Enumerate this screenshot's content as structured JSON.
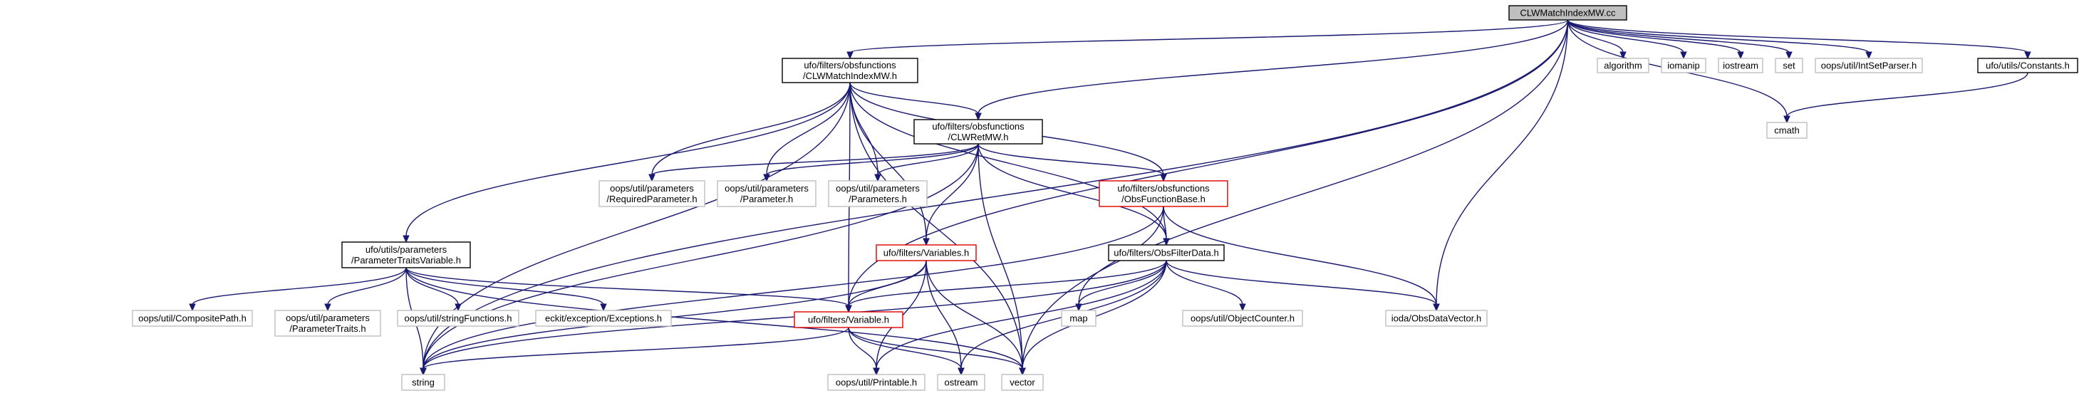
{
  "graph": {
    "nodes": [
      {
        "id": "n_root",
        "kind": "root",
        "lines": [
          "CLWMatchIndexMW.cc"
        ]
      },
      {
        "id": "n_clwmatch_h",
        "kind": "doc",
        "lines": [
          "ufo/filters/obsfunctions",
          "/CLWMatchIndexMW.h"
        ]
      },
      {
        "id": "n_algorithm",
        "kind": "ext",
        "lines": [
          "algorithm"
        ]
      },
      {
        "id": "n_iomanip",
        "kind": "ext",
        "lines": [
          "iomanip"
        ]
      },
      {
        "id": "n_iostream",
        "kind": "ext",
        "lines": [
          "iostream"
        ]
      },
      {
        "id": "n_set",
        "kind": "ext",
        "lines": [
          "set"
        ]
      },
      {
        "id": "n_intsetparser",
        "kind": "ext",
        "lines": [
          "oops/util/IntSetParser.h"
        ]
      },
      {
        "id": "n_constants",
        "kind": "doc",
        "lines": [
          "ufo/utils/Constants.h"
        ]
      },
      {
        "id": "n_clwret_h",
        "kind": "doc",
        "lines": [
          "ufo/filters/obsfunctions",
          "/CLWRetMW.h"
        ]
      },
      {
        "id": "n_cmath",
        "kind": "ext",
        "lines": [
          "cmath"
        ]
      },
      {
        "id": "n_reqparam",
        "kind": "ext",
        "lines": [
          "oops/util/parameters",
          "/RequiredParameter.h"
        ]
      },
      {
        "id": "n_param",
        "kind": "ext",
        "lines": [
          "oops/util/parameters",
          "/Parameter.h"
        ]
      },
      {
        "id": "n_params",
        "kind": "ext",
        "lines": [
          "oops/util/parameters",
          "/Parameters.h"
        ]
      },
      {
        "id": "n_obsfuncbase",
        "kind": "red",
        "lines": [
          "ufo/filters/obsfunctions",
          "/ObsFunctionBase.h"
        ]
      },
      {
        "id": "n_paramtraitsvar",
        "kind": "doc",
        "lines": [
          "ufo/utils/parameters",
          "/ParameterTraitsVariable.h"
        ]
      },
      {
        "id": "n_variables",
        "kind": "red",
        "lines": [
          "ufo/filters/Variables.h"
        ]
      },
      {
        "id": "n_obsfilterdata",
        "kind": "doc",
        "lines": [
          "ufo/filters/ObsFilterData.h"
        ]
      },
      {
        "id": "n_compositepath",
        "kind": "ext",
        "lines": [
          "oops/util/CompositePath.h"
        ]
      },
      {
        "id": "n_paramtraits",
        "kind": "ext",
        "lines": [
          "oops/util/parameters",
          "/ParameterTraits.h"
        ]
      },
      {
        "id": "n_stringfunctions",
        "kind": "ext",
        "lines": [
          "oops/util/stringFunctions.h"
        ]
      },
      {
        "id": "n_exceptions",
        "kind": "ext",
        "lines": [
          "eckit/exception/Exceptions.h"
        ]
      },
      {
        "id": "n_variable",
        "kind": "red",
        "lines": [
          "ufo/filters/Variable.h"
        ]
      },
      {
        "id": "n_map",
        "kind": "ext",
        "lines": [
          "map"
        ]
      },
      {
        "id": "n_objectcounter",
        "kind": "ext",
        "lines": [
          "oops/util/ObjectCounter.h"
        ]
      },
      {
        "id": "n_obsdatavector",
        "kind": "ext",
        "lines": [
          "ioda/ObsDataVector.h"
        ]
      },
      {
        "id": "n_string",
        "kind": "ext",
        "lines": [
          "string"
        ]
      },
      {
        "id": "n_printable",
        "kind": "ext",
        "lines": [
          "oops/util/Printable.h"
        ]
      },
      {
        "id": "n_ostream",
        "kind": "ext",
        "lines": [
          "ostream"
        ]
      },
      {
        "id": "n_vector",
        "kind": "ext",
        "lines": [
          "vector"
        ]
      }
    ],
    "edges": [
      [
        "n_root",
        "n_clwmatch_h"
      ],
      [
        "n_root",
        "n_algorithm"
      ],
      [
        "n_root",
        "n_iomanip"
      ],
      [
        "n_root",
        "n_iostream"
      ],
      [
        "n_root",
        "n_set"
      ],
      [
        "n_root",
        "n_intsetparser"
      ],
      [
        "n_root",
        "n_constants"
      ],
      [
        "n_root",
        "n_clwret_h"
      ],
      [
        "n_root",
        "n_cmath"
      ],
      [
        "n_root",
        "n_obsdatavector"
      ],
      [
        "n_root",
        "n_vector"
      ],
      [
        "n_root",
        "n_string"
      ],
      [
        "n_root",
        "n_variable"
      ],
      [
        "n_constants",
        "n_cmath"
      ],
      [
        "n_clwmatch_h",
        "n_clwret_h"
      ],
      [
        "n_clwmatch_h",
        "n_reqparam"
      ],
      [
        "n_clwmatch_h",
        "n_param"
      ],
      [
        "n_clwmatch_h",
        "n_params"
      ],
      [
        "n_clwmatch_h",
        "n_obsfuncbase"
      ],
      [
        "n_clwmatch_h",
        "n_obsfilterdata"
      ],
      [
        "n_clwmatch_h",
        "n_paramtraitsvar"
      ],
      [
        "n_clwmatch_h",
        "n_variables"
      ],
      [
        "n_clwmatch_h",
        "n_variable"
      ],
      [
        "n_clwmatch_h",
        "n_string"
      ],
      [
        "n_clwmatch_h",
        "n_vector"
      ],
      [
        "n_clwret_h",
        "n_reqparam"
      ],
      [
        "n_clwret_h",
        "n_param"
      ],
      [
        "n_clwret_h",
        "n_params"
      ],
      [
        "n_clwret_h",
        "n_obsfuncbase"
      ],
      [
        "n_clwret_h",
        "n_obsfilterdata"
      ],
      [
        "n_clwret_h",
        "n_variables"
      ],
      [
        "n_clwret_h",
        "n_string"
      ],
      [
        "n_clwret_h",
        "n_vector"
      ],
      [
        "n_obsfuncbase",
        "n_obsfilterdata"
      ],
      [
        "n_obsfuncbase",
        "n_map"
      ],
      [
        "n_obsfuncbase",
        "n_obsdatavector"
      ],
      [
        "n_obsfuncbase",
        "n_string"
      ],
      [
        "n_paramtraitsvar",
        "n_compositepath"
      ],
      [
        "n_paramtraitsvar",
        "n_paramtraits"
      ],
      [
        "n_paramtraitsvar",
        "n_stringfunctions"
      ],
      [
        "n_paramtraitsvar",
        "n_exceptions"
      ],
      [
        "n_paramtraitsvar",
        "n_variable"
      ],
      [
        "n_paramtraitsvar",
        "n_string"
      ],
      [
        "n_paramtraitsvar",
        "n_vector"
      ],
      [
        "n_variables",
        "n_variable"
      ],
      [
        "n_variables",
        "n_printable"
      ],
      [
        "n_variables",
        "n_ostream"
      ],
      [
        "n_variables",
        "n_vector"
      ],
      [
        "n_variables",
        "n_string"
      ],
      [
        "n_obsfilterdata",
        "n_variable"
      ],
      [
        "n_obsfilterdata",
        "n_map"
      ],
      [
        "n_obsfilterdata",
        "n_objectcounter"
      ],
      [
        "n_obsfilterdata",
        "n_obsdatavector"
      ],
      [
        "n_obsfilterdata",
        "n_printable"
      ],
      [
        "n_obsfilterdata",
        "n_ostream"
      ],
      [
        "n_obsfilterdata",
        "n_vector"
      ],
      [
        "n_obsfilterdata",
        "n_string"
      ],
      [
        "n_variable",
        "n_printable"
      ],
      [
        "n_variable",
        "n_ostream"
      ],
      [
        "n_variable",
        "n_vector"
      ],
      [
        "n_variable",
        "n_string"
      ]
    ]
  }
}
